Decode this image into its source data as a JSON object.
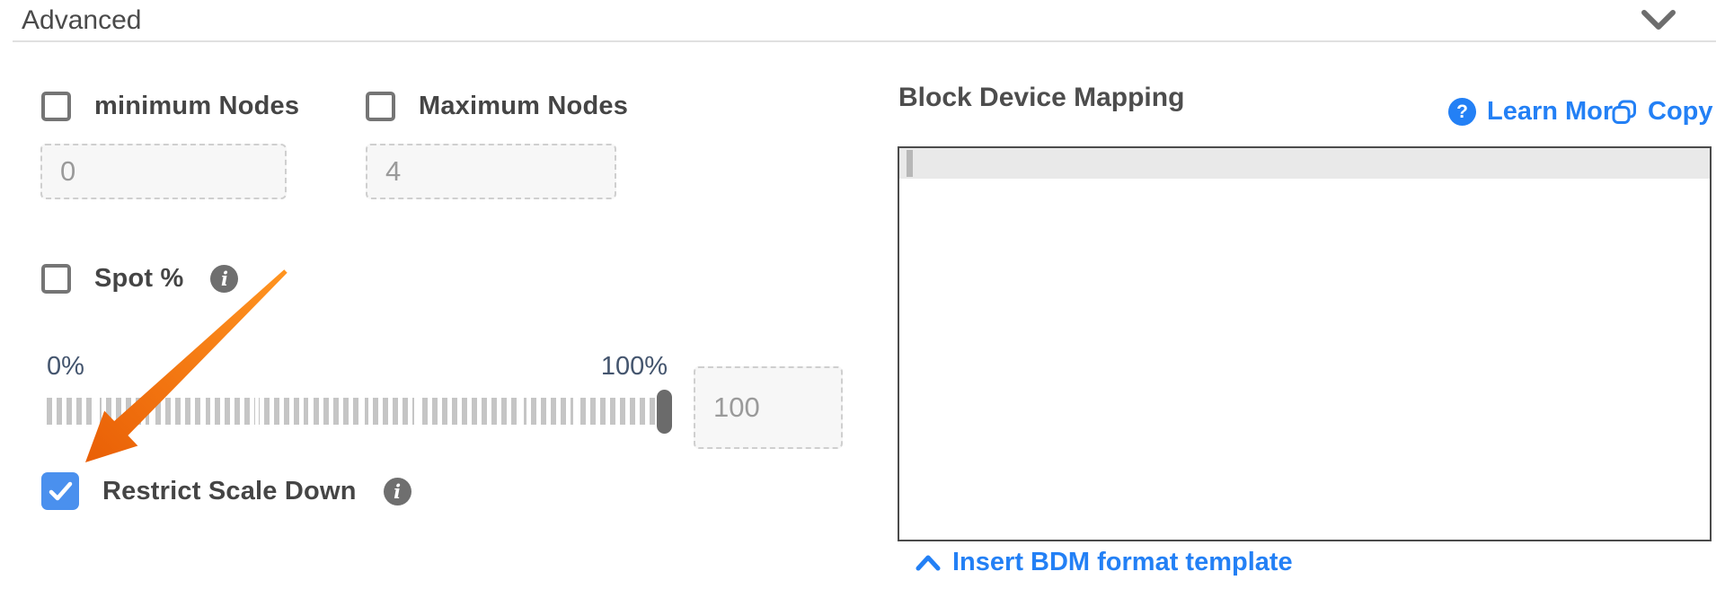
{
  "accordion": {
    "title": "Advanced"
  },
  "form": {
    "minimum_nodes": {
      "label": "minimum Nodes",
      "value": "0",
      "checked": false
    },
    "maximum_nodes": {
      "label": "Maximum Nodes",
      "value": "4",
      "checked": false
    },
    "spot": {
      "label": "Spot %",
      "checked": false
    },
    "slider": {
      "min_label": "0%",
      "max_label": "100%",
      "value": "100"
    },
    "restrict_scale_down": {
      "label": "Restrict Scale Down",
      "checked": true
    }
  },
  "bdm": {
    "title": "Block Device Mapping",
    "learn_more_label": "Learn More",
    "copy_label": "Copy",
    "editor_value": "",
    "insert_template_label": "Insert BDM format template"
  },
  "icons": {
    "header_chevron": "chevron-down-icon",
    "insert_chevron": "chevron-up-icon",
    "help": "question-icon",
    "copy": "copy-icon",
    "info": "info-icon",
    "annotation": "orange-arrow"
  },
  "colors": {
    "link_blue": "#2380f5",
    "checkbox_checked_blue": "#4a90ee",
    "arrow_orange": "#f4770b",
    "slider_tick_gray": "#c5c5c5",
    "handle_gray": "#6b6b6b"
  }
}
